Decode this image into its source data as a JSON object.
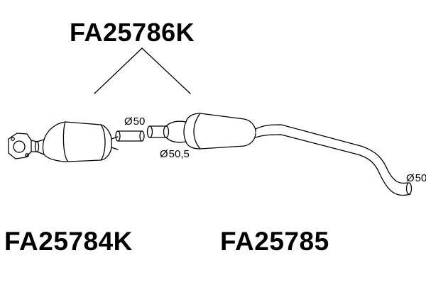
{
  "labels": {
    "kit_code": "FA25786K",
    "catalyst_code": "FA25784K",
    "silencer_code": "FA25785"
  },
  "dimensions": {
    "symbol": "Ø",
    "catalyst_outlet": "50",
    "silencer_inlet": "50,5",
    "tailpipe_end": "50"
  },
  "colors": {
    "line": "#000000",
    "background": "#ffffff"
  }
}
